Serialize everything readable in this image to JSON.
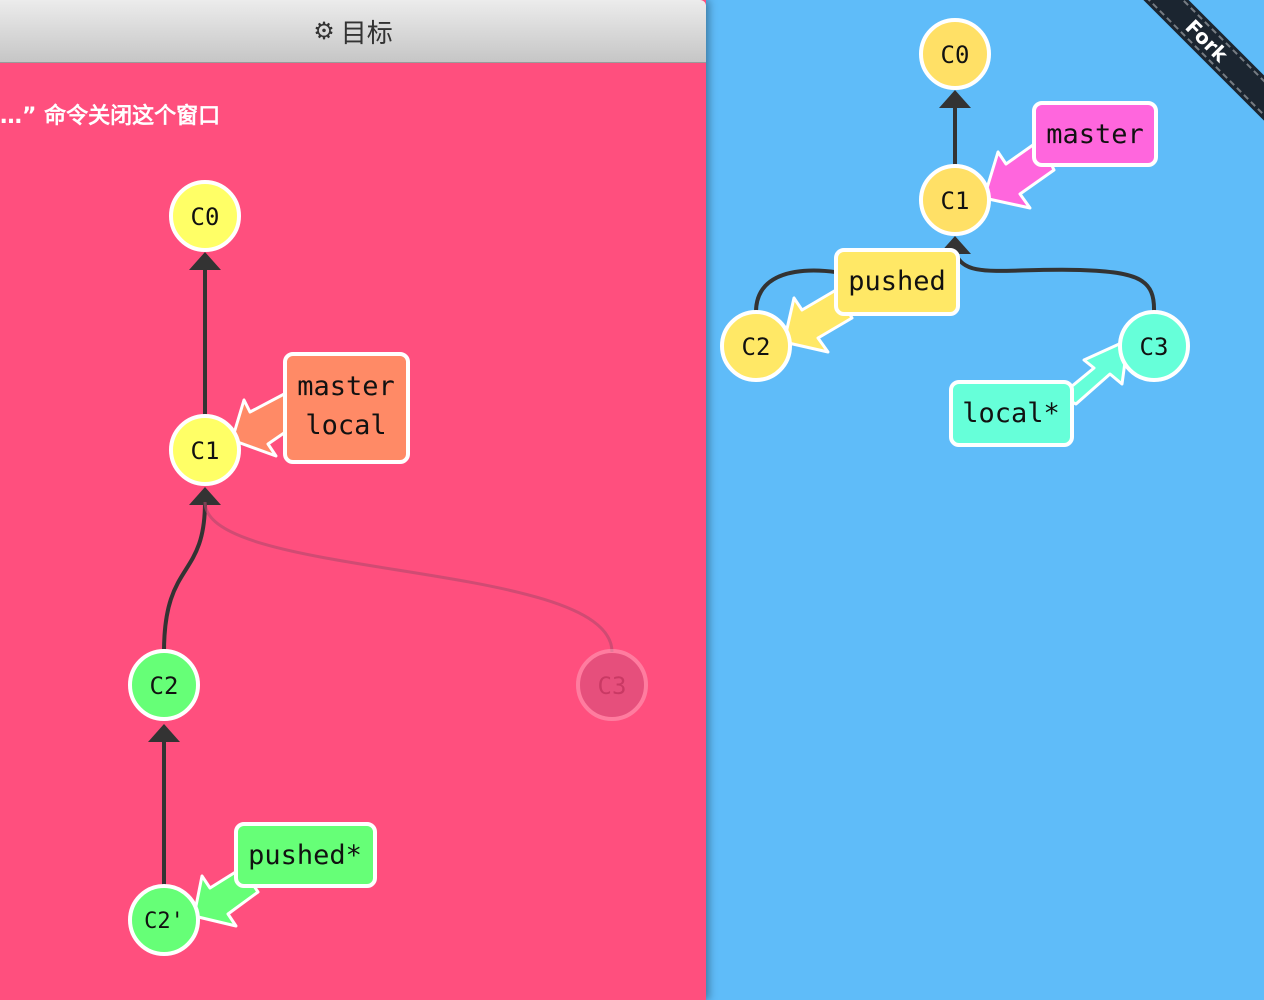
{
  "goal_panel": {
    "title": "目标",
    "title_icon": "gear-icon",
    "hint": "…” 命令关闭这个窗口",
    "background": "#ff4f7e",
    "commits": [
      {
        "id": "C0",
        "label": "C0",
        "color": "#ffff66"
      },
      {
        "id": "C1",
        "label": "C1",
        "color": "#ffff66"
      },
      {
        "id": "C2",
        "label": "C2",
        "color": "#66ff77"
      },
      {
        "id": "C3",
        "label": "C3",
        "color": "#ff4f7e",
        "faded": true
      },
      {
        "id": "C2p",
        "label": "C2'",
        "color": "#66ff77"
      }
    ],
    "branches": [
      {
        "lines": [
          "master",
          "local"
        ],
        "target": "C1",
        "color": "#ff8a66"
      },
      {
        "lines": [
          "pushed*"
        ],
        "target": "C2p",
        "color": "#66ff77"
      }
    ]
  },
  "main_view": {
    "background": "#5fbcf9",
    "commits": [
      {
        "id": "C0",
        "label": "C0",
        "color": "#ffe066"
      },
      {
        "id": "C1",
        "label": "C1",
        "color": "#ffe066"
      },
      {
        "id": "C2",
        "label": "C2",
        "color": "#ffe866"
      },
      {
        "id": "C3",
        "label": "C3",
        "color": "#66ffd9"
      }
    ],
    "branches": [
      {
        "lines": [
          "master"
        ],
        "target": "C1",
        "color": "#ff66dd"
      },
      {
        "lines": [
          "pushed"
        ],
        "target": "C2",
        "color": "#ffe866"
      },
      {
        "lines": [
          "local*"
        ],
        "target": "C3",
        "color": "#66ffd9"
      }
    ]
  },
  "ribbon": {
    "label": "Fork"
  }
}
